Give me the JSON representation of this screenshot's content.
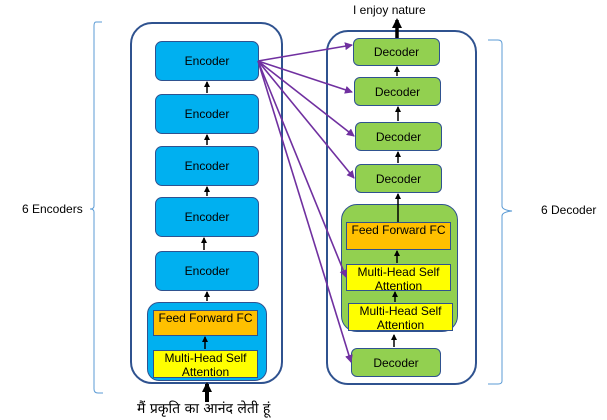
{
  "encoder_side": {
    "bracket_label": "6 Encoders",
    "blocks": [
      "Encoder",
      "Encoder",
      "Encoder",
      "Encoder",
      "Encoder"
    ],
    "inner_block": {
      "feed_forward": "Feed Forward FC",
      "attention": "Multi-Head Self Attention"
    },
    "input_text": "मैं प्रकृति का आनंद लेती हूं"
  },
  "decoder_side": {
    "bracket_label": "6 Decoder",
    "blocks_top": [
      "Decoder",
      "Decoder",
      "Decoder",
      "Decoder"
    ],
    "inner_block": {
      "feed_forward": "Feed Forward FC",
      "cross_attention": "Multi-Head Self Attention",
      "self_attention": "Multi-Head Self Attention"
    },
    "block_bottom": "Decoder",
    "output_text": "I enjoy nature"
  },
  "colors": {
    "encoder": "#00B0F0",
    "decoder": "#92D050",
    "feed_forward": "#FFC000",
    "attention": "#FFFF00",
    "border": "#2F528F",
    "connection": "#7030A0",
    "bracket": "#5B9BD5"
  }
}
